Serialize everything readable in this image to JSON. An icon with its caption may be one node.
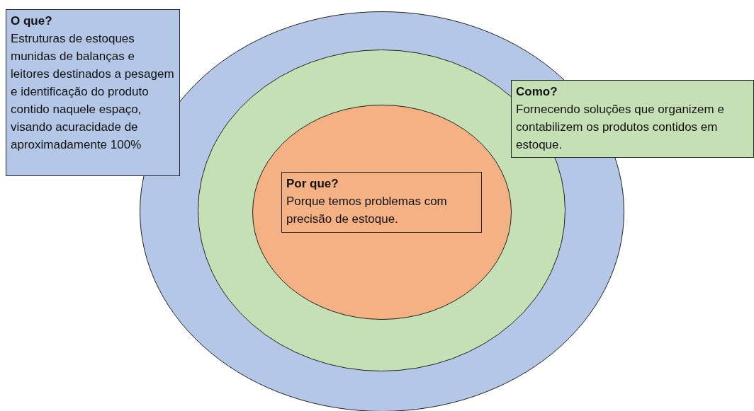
{
  "diagram": {
    "nodes": [
      {
        "text": [],
        "shape": "circle"
      },
      {
        "text": [],
        "shape": "circle",
        "in": 0
      },
      {
        "text": [],
        "shape": "circle",
        "in": 1
      },
      {
        "text": [
          "Por que?",
          "Porque temos problemas com precisão de estoque."
        ],
        "in": 2
      },
      {
        "text": [
          "O que?",
          "Estruturas de estoques munidas de balanças e leitores destinados a pesagem e identificação do produto contido naquele espaço, visando acuracidade de aproximadamente 100%"
        ]
      },
      {
        "text": [
          "Como?",
          "Fornecendo soluções que organizem e contabilizem os produtos contidos em estoque."
        ]
      }
    ]
  }
}
